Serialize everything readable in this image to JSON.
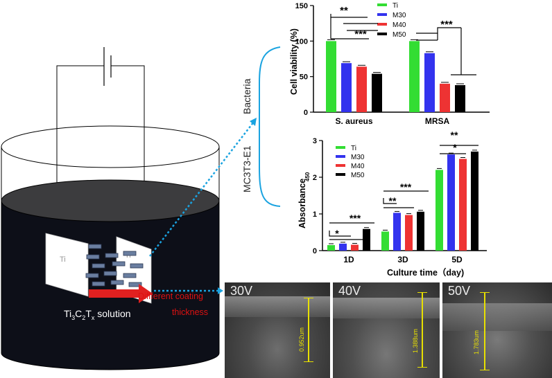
{
  "colors": {
    "ti": "#33dd33",
    "m30": "#3333ee",
    "m40": "#ee3333",
    "m50": "#000000",
    "arrow": "#e02020",
    "dotted": "#1aa3e0",
    "bracket": "#1aa3e0",
    "redtext": "#dd1111",
    "scalebar": "#e8e000"
  },
  "left": {
    "solution_label_parts": [
      "Ti",
      "3",
      "C",
      "2",
      "T",
      "x",
      " solution"
    ],
    "plate_left_label": "Ti",
    "plate_right_label": "Ti",
    "coating_line1": "Diffferent coating",
    "coating_line2": "thickness",
    "bracket_top_label": "Bacteria",
    "bracket_bottom_label": "MC3T3-E1"
  },
  "sem_panels": [
    {
      "voltage": "30V",
      "thickness": "0.952um"
    },
    {
      "voltage": "40V",
      "thickness": "1.388um"
    },
    {
      "voltage": "50V",
      "thickness": "1.783um"
    }
  ],
  "chart_data": [
    {
      "type": "bar",
      "ylabel": "Cell viability (%)",
      "ylim": [
        0,
        150
      ],
      "yticks": [
        "0",
        "50",
        "100",
        "150"
      ],
      "categories": [
        "S. aureus",
        "MRSA"
      ],
      "series": [
        {
          "name": "Ti",
          "values": [
            100,
            100
          ]
        },
        {
          "name": "M30",
          "values": [
            69,
            83
          ]
        },
        {
          "name": "M40",
          "values": [
            64,
            40
          ]
        },
        {
          "name": "M50",
          "values": [
            54,
            38
          ]
        }
      ],
      "legend": "top-right",
      "significance": [
        {
          "label": "**",
          "group": "S. aureus"
        },
        {
          "label": "***",
          "group": "S. aureus"
        },
        {
          "label": "***",
          "group": "MRSA"
        }
      ]
    },
    {
      "type": "bar",
      "ylabel_main": "Absorbance",
      "ylabel_sub": "450",
      "xlabel": "Culture time（day)",
      "ylim": [
        0,
        3
      ],
      "yticks": [
        "0",
        "1",
        "2",
        "3"
      ],
      "categories": [
        "1D",
        "3D",
        "5D"
      ],
      "series": [
        {
          "name": "Ti",
          "values": [
            0.15,
            0.52,
            2.2
          ]
        },
        {
          "name": "M30",
          "values": [
            0.19,
            1.03,
            2.62
          ]
        },
        {
          "name": "M40",
          "values": [
            0.16,
            0.97,
            2.5
          ]
        },
        {
          "name": "M50",
          "values": [
            0.59,
            1.06,
            2.7
          ]
        }
      ],
      "legend": "top-left",
      "significance": [
        {
          "label": "*",
          "group": "1D"
        },
        {
          "label": "***",
          "group": "1D"
        },
        {
          "label": "**",
          "group": "3D"
        },
        {
          "label": "***",
          "group": "3D"
        },
        {
          "label": "*",
          "group": "5D"
        },
        {
          "label": "**",
          "group": "5D"
        }
      ]
    }
  ]
}
